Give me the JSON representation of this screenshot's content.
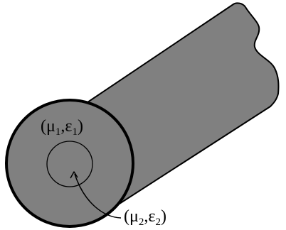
{
  "labels": {
    "outer": {
      "mu": "μ",
      "mu_sub": "1",
      "eps": "ε",
      "eps_sub": "1"
    },
    "inner": {
      "mu": "μ",
      "mu_sub": "2",
      "eps": "ε",
      "eps_sub": "2"
    },
    "open_paren": "(",
    "comma": ",",
    "close_paren": ")"
  },
  "colors": {
    "body_fill": "#808080",
    "outline": "#000000",
    "background": "#ffffff"
  }
}
